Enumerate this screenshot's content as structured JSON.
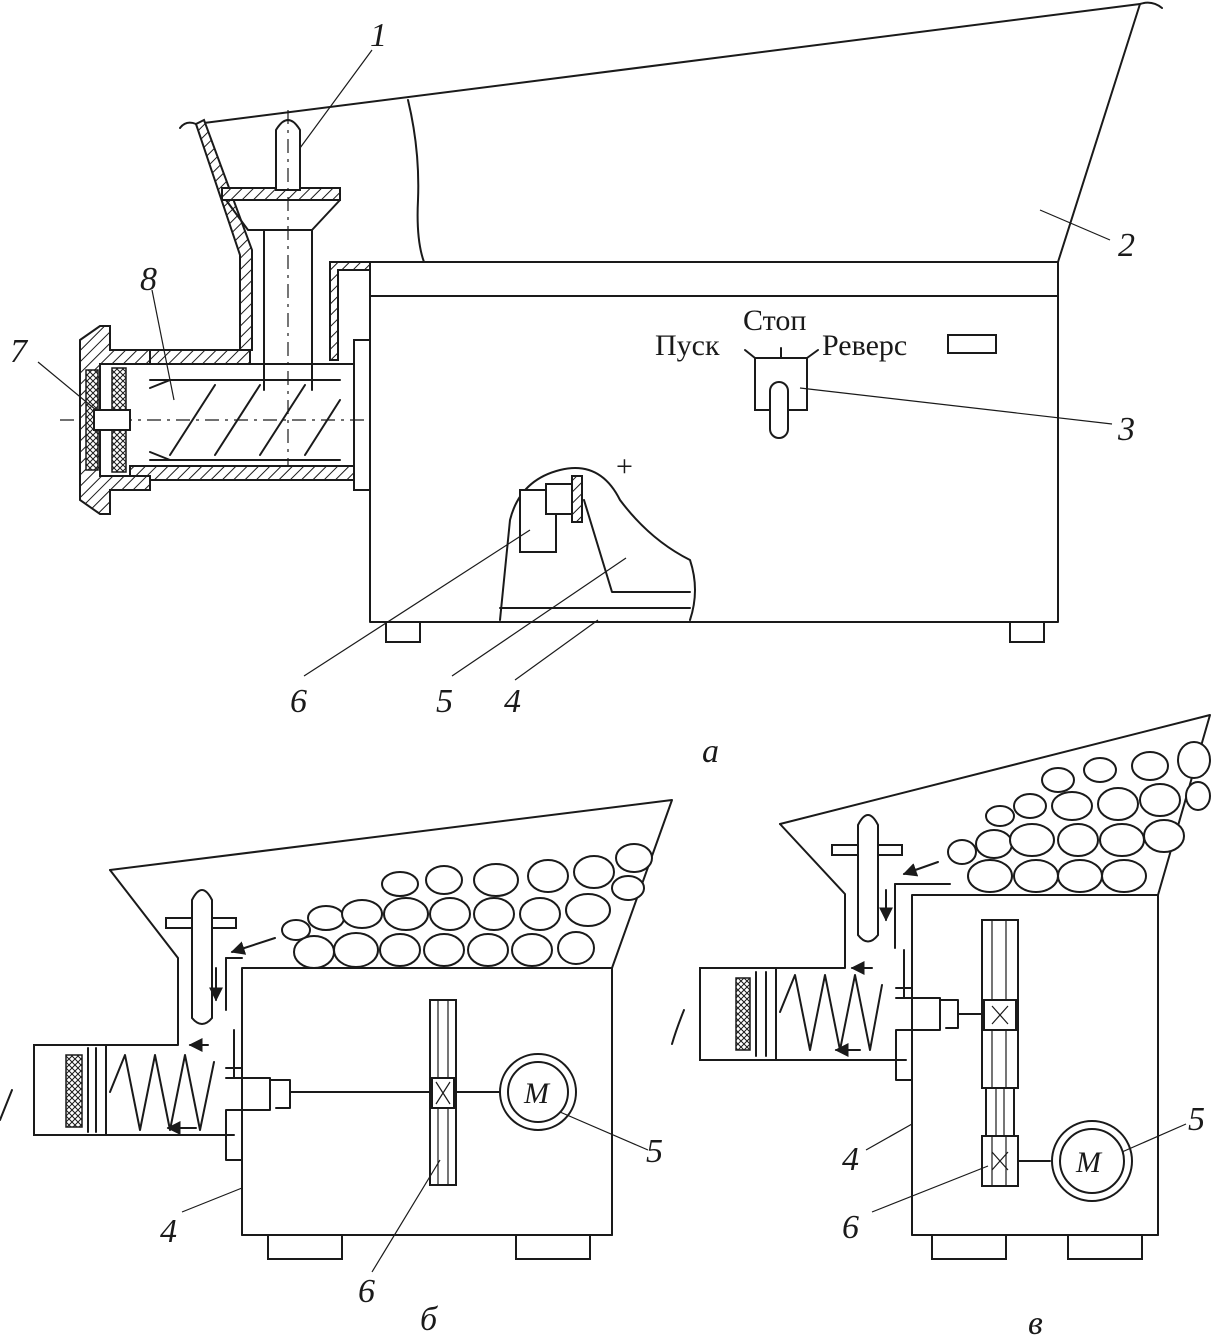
{
  "controls": {
    "start": "Пуск",
    "stop": "Стоп",
    "reverse": "Реверс"
  },
  "motor_symbol": "M",
  "views": {
    "a": {
      "caption": "а",
      "callouts": [
        "1",
        "2",
        "3",
        "4",
        "5",
        "6",
        "7",
        "8"
      ]
    },
    "b": {
      "caption": "б",
      "callouts": [
        "4",
        "5",
        "6"
      ]
    },
    "c": {
      "caption": "в",
      "callouts": [
        "4",
        "5",
        "6"
      ]
    }
  }
}
